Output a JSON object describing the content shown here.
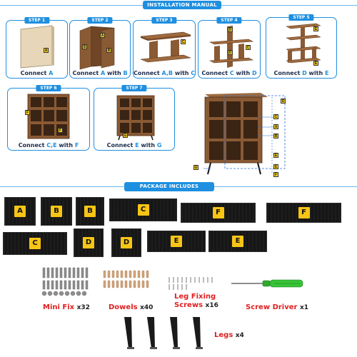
{
  "header": {
    "title": "INSTALLATION MANUAL"
  },
  "steps": [
    {
      "tag": "STEP 1",
      "prefix": "Connect ",
      "parts": [
        {
          "t": "A",
          "hl": true
        }
      ]
    },
    {
      "tag": "STEP 2",
      "prefix": "Connect ",
      "parts": [
        {
          "t": "A",
          "hl": true
        },
        {
          "t": " with ",
          "hl": false
        },
        {
          "t": "B",
          "hl": true
        }
      ]
    },
    {
      "tag": "STEP 3",
      "prefix": "Connect ",
      "parts": [
        {
          "t": "A,B",
          "hl": true
        },
        {
          "t": " with ",
          "hl": false
        },
        {
          "t": "C",
          "hl": true
        }
      ]
    },
    {
      "tag": "STEP 4",
      "prefix": "Connect ",
      "parts": [
        {
          "t": "C",
          "hl": true
        },
        {
          "t": " with ",
          "hl": false
        },
        {
          "t": "D",
          "hl": true
        }
      ]
    },
    {
      "tag": "STEP 5",
      "prefix": "Connect ",
      "parts": [
        {
          "t": "D",
          "hl": true
        },
        {
          "t": " with ",
          "hl": false
        },
        {
          "t": "E",
          "hl": true
        }
      ]
    },
    {
      "tag": "STEP 6",
      "prefix": "Connect ",
      "parts": [
        {
          "t": "C,E",
          "hl": true
        },
        {
          "t": " with ",
          "hl": false
        },
        {
          "t": "F",
          "hl": true
        }
      ]
    },
    {
      "tag": "STEP 7",
      "prefix": "Connect ",
      "parts": [
        {
          "t": "E",
          "hl": true
        },
        {
          "t": " with ",
          "hl": false
        },
        {
          "t": "G",
          "hl": true
        }
      ]
    }
  ],
  "diagram_labels": [
    "A",
    "B",
    "C",
    "D",
    "E",
    "F",
    "G"
  ],
  "package": {
    "title": "PACKAGE INCLUDES",
    "panels": [
      "A",
      "B",
      "B",
      "C",
      "F",
      "F",
      "C",
      "D",
      "D",
      "E",
      "E"
    ],
    "hardware": [
      {
        "name": "Mini Fix",
        "qty": "x32"
      },
      {
        "name": "Dowels",
        "qty": "x40"
      },
      {
        "name": "Leg Fixing Screws",
        "name_line1": "Leg Fixing",
        "name_line2": "Screws",
        "qty": "x16"
      },
      {
        "name": "Screw Driver",
        "qty": "x1"
      },
      {
        "name": "Legs",
        "qty": "x4"
      }
    ]
  },
  "colors": {
    "accent": "#1f8fe0",
    "wood": "#8a5a34",
    "label": "#ffd21a",
    "hardware_text": "#e02020"
  }
}
